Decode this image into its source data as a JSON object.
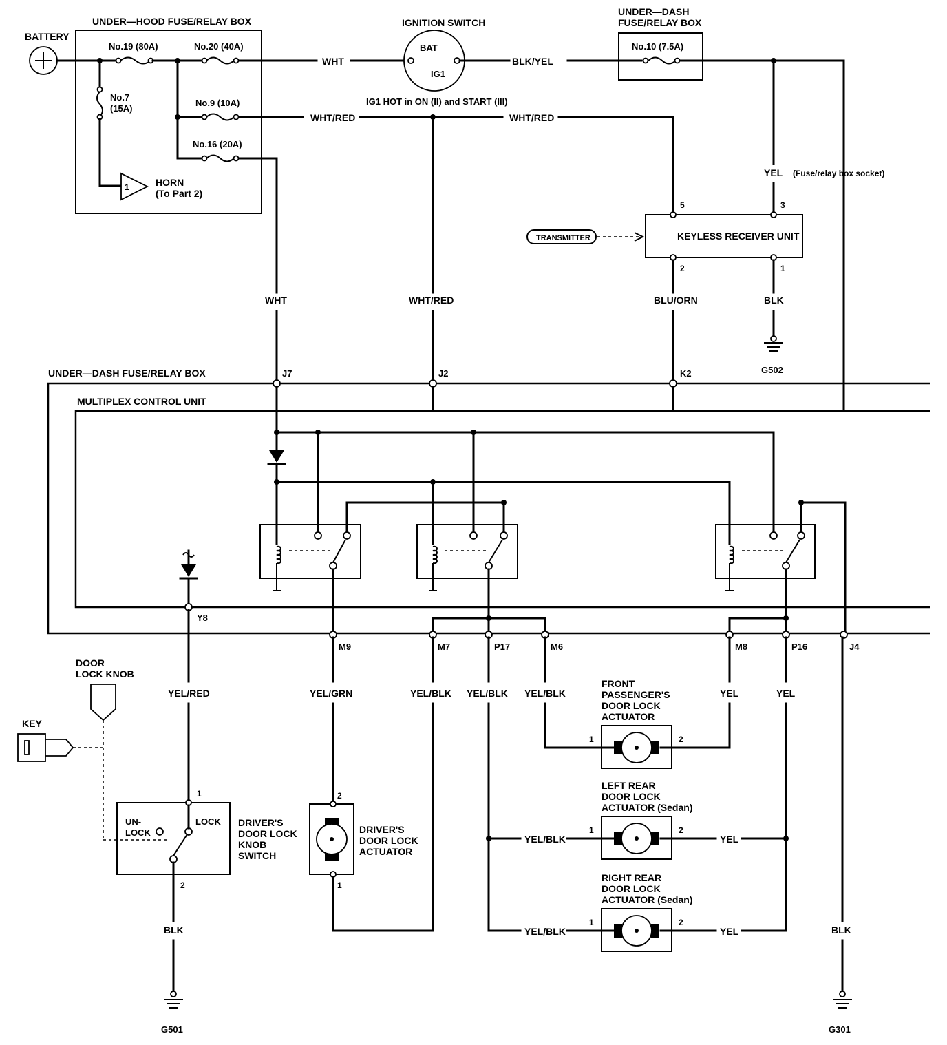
{
  "labels": {
    "battery": "BATTERY",
    "underhood_box": "UNDER—HOOD FUSE/RELAY BOX",
    "ignition_switch": "IGNITION SWITCH",
    "bat": "BAT",
    "ig1": "IG1",
    "underdash_box_1": "UNDER—DASH",
    "underdash_box_2": "FUSE/RELAY BOX",
    "fuse19": "No.19 (80A)",
    "fuse20": "No.20 (40A)",
    "fuse7_1": "No.7",
    "fuse7_2": "(15A)",
    "fuse9": "No.9 (10A)",
    "fuse16": "No.16 (20A)",
    "fuse10": "No.10 (7.5A)",
    "horn": "HORN",
    "horn_pin": "1",
    "to_part2": "(To Part 2)",
    "ig1_hot": "IG1 HOT in ON (II) and START (III)",
    "fuse_socket": "(Fuse/relay box socket)",
    "transmitter": "TRANSMITTER",
    "keyless": "KEYLESS RECEIVER UNIT",
    "pin5": "5",
    "pin3": "3",
    "pin2": "2",
    "pin1": "1",
    "g502": "G502",
    "underdash_main": "UNDER—DASH FUSE/RELAY BOX",
    "mcu": "MULTIPLEX CONTROL UNIT",
    "j7": "J7",
    "j2": "J2",
    "k2": "K2",
    "y8": "Y8",
    "m9": "M9",
    "m7": "M7",
    "p17": "P17",
    "m6": "M6",
    "m8": "M8",
    "p16": "P16",
    "j4": "J4",
    "door_lock_knob_1": "DOOR",
    "door_lock_knob_2": "LOCK KNOB",
    "key": "KEY",
    "unlock_1": "UN-",
    "unlock_2": "LOCK",
    "lock": "LOCK",
    "driver_switch_1": "DRIVER'S",
    "driver_switch_2": "DOOR LOCK",
    "driver_switch_3": "KNOB",
    "driver_switch_4": "SWITCH",
    "driver_act_1": "DRIVER'S",
    "driver_act_2": "DOOR LOCK",
    "driver_act_3": "ACTUATOR",
    "front_pass_1": "FRONT",
    "front_pass_2": "PASSENGER'S",
    "front_pass_3": "DOOR LOCK",
    "front_pass_4": "ACTUATOR",
    "left_rear_1": "LEFT REAR",
    "left_rear_2": "DOOR LOCK",
    "left_rear_3": "ACTUATOR (Sedan)",
    "right_rear_1": "RIGHT REAR",
    "right_rear_2": "DOOR LOCK",
    "right_rear_3": "ACTUATOR (Sedan)",
    "g501": "G501",
    "g301": "G301"
  },
  "wires": {
    "wht": "WHT",
    "blk_yel": "BLK/YEL",
    "wht_red": "WHT/RED",
    "yel": "YEL",
    "blu_orn": "BLU/ORN",
    "blk": "BLK",
    "yel_red": "YEL/RED",
    "yel_grn": "YEL/GRN",
    "yel_blk": "YEL/BLK"
  },
  "icons": [
    "battery-icon",
    "ground-icon",
    "fuse-icon",
    "relay-icon",
    "diode-icon",
    "motor-icon",
    "key-icon",
    "horn-icon"
  ]
}
